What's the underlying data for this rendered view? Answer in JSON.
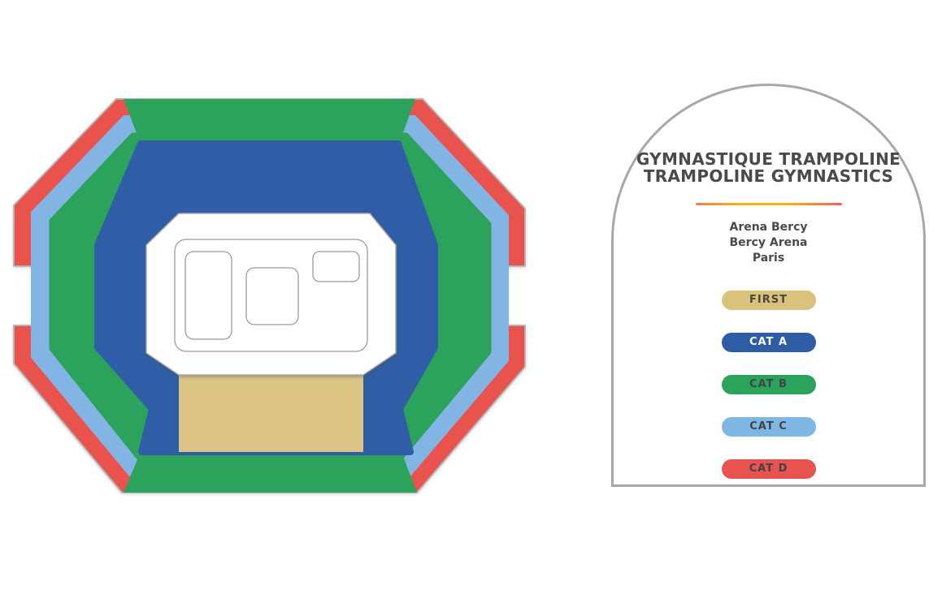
{
  "legend_panel": {
    "title_line1": "GYMNASTIQUE TRAMPOLINE",
    "title_line2": "TRAMPOLINE GYMNASTICS",
    "venue_line1": "Arena Bercy",
    "venue_line2": "Bercy Arena",
    "venue_line3": "Paris",
    "divider_colors": [
      "#ee7a60",
      "#f2b705",
      "#f2606a"
    ],
    "categories": [
      {
        "label": "FIRST",
        "color": "#d9c27c",
        "text_color": "#474740"
      },
      {
        "label": "CAT A",
        "color": "#2e5da6",
        "text_color": "#ffffff"
      },
      {
        "label": "CAT B",
        "color": "#2aa45c",
        "text_color": "#434343"
      },
      {
        "label": "CAT C",
        "color": "#7fb7e4",
        "text_color": "#434343"
      },
      {
        "label": "CAT D",
        "color": "#e9534f",
        "text_color": "#434343"
      }
    ]
  },
  "seat_map": {
    "venue_shape": "octagon",
    "colors": {
      "cat_d": "#e8534e",
      "cat_c": "#83b5e4",
      "cat_b": "#2ba35c",
      "cat_a": "#2f5ea7",
      "first": "#dcc485",
      "floor": "#ffffff"
    },
    "zones": [
      {
        "name": "CAT D",
        "position": "outer-ring"
      },
      {
        "name": "CAT C",
        "position": "second-ring"
      },
      {
        "name": "CAT B",
        "position": "third-ring-and-end-sections"
      },
      {
        "name": "CAT A",
        "position": "inner-ring"
      },
      {
        "name": "FIRST",
        "position": "bottom-center-block"
      },
      {
        "name": "field-of-play",
        "position": "center-floor"
      }
    ]
  }
}
